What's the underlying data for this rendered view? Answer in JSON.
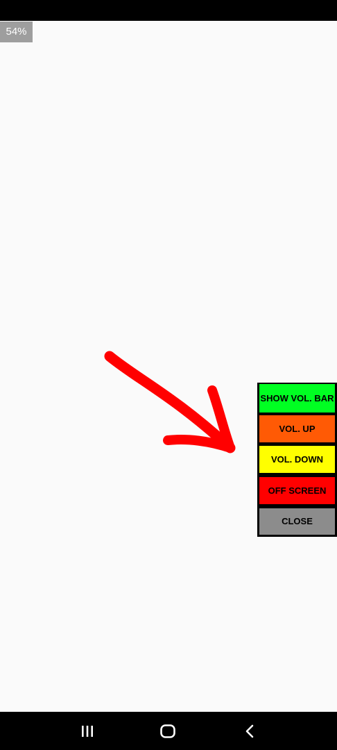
{
  "status": {
    "battery_badge": "54%"
  },
  "volume_panel": {
    "buttons": [
      {
        "label": "SHOW VOL. BAR",
        "color": "#00ff22"
      },
      {
        "label": "VOL. UP",
        "color": "#ff5a05"
      },
      {
        "label": "VOL. DOWN",
        "color": "#ffff00"
      },
      {
        "label": "OFF SCREEN",
        "color": "#ff0000"
      },
      {
        "label": "CLOSE",
        "color": "#8c8c8c"
      }
    ]
  },
  "hint_arrow": {
    "icon": "red-arrow-icon",
    "color": "#ff0000"
  },
  "nav_bar": {
    "recents_icon": "recents-icon",
    "home_icon": "home-icon",
    "back_icon": "back-icon"
  }
}
